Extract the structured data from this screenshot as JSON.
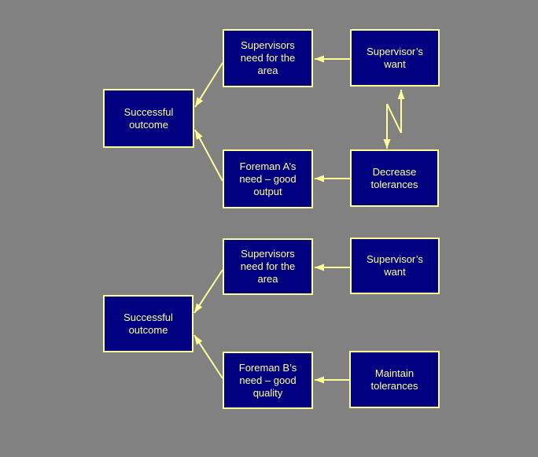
{
  "diagram": {
    "colors": {
      "background": "#818181",
      "box_fill": "#000080",
      "accent": "#FFFF99",
      "text": "#FFFF99"
    },
    "clouds": [
      {
        "name": "top-cloud",
        "outcome": "Successful\noutcome",
        "need_top": "Supervisors\nneed for the\narea",
        "want_top": "Supervisor’s\nwant",
        "need_bottom": "Foreman A’s\nneed – good\noutput",
        "want_bottom": "Decrease\ntolerances",
        "has_conflict_arrow": true
      },
      {
        "name": "bottom-cloud",
        "outcome": "Successful\noutcome",
        "need_top": "Supervisors\nneed for the\narea",
        "want_top": "Supervisor’s\nwant",
        "need_bottom": "Foreman B’s\nneed – good\nquality",
        "want_bottom": "Maintain\ntolerances",
        "has_conflict_arrow": false
      }
    ]
  }
}
